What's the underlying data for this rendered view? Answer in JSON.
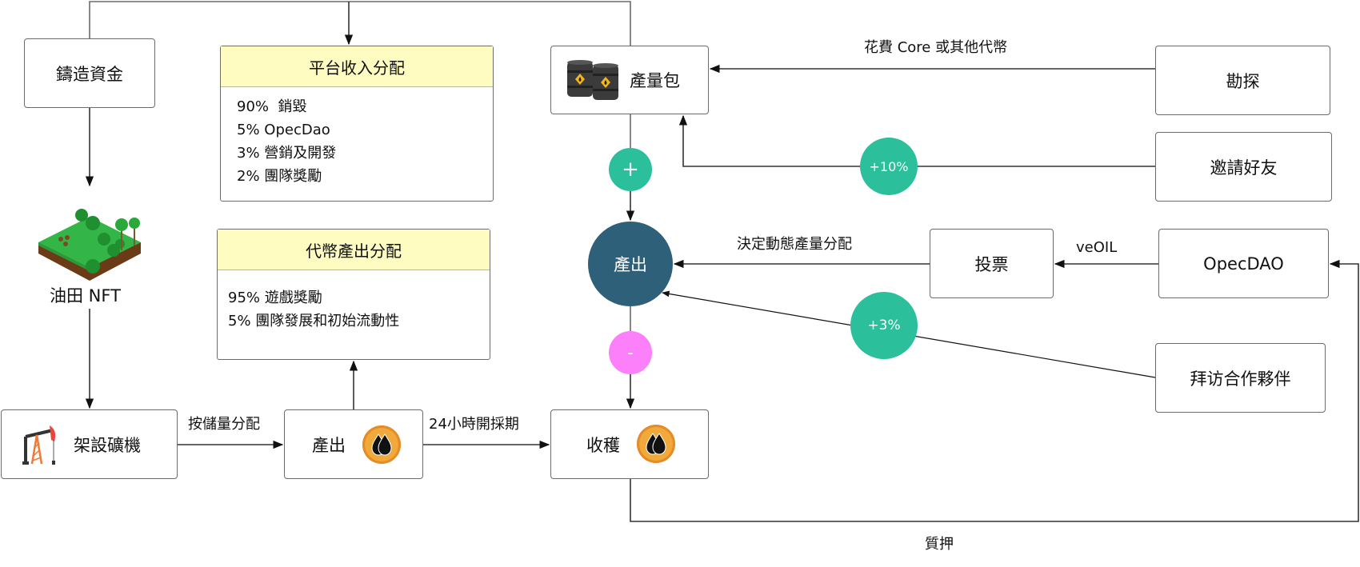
{
  "nodes": {
    "mint_funds": "鑄造資金",
    "oilfield_nft": "油田 NFT",
    "build_rig": "架設礦機",
    "output_box": "產出",
    "harvest": "收穫",
    "yield_pack": "產量包",
    "explore": "勘探",
    "invite_friends": "邀請好友",
    "vote": "投票",
    "opecdao": "OpecDAO",
    "visit_partners": "拜访合作夥伴",
    "output_circle": "產出"
  },
  "platform_revenue": {
    "title": "平台收入分配",
    "items": [
      "90%  銷毀",
      "5% OpecDao",
      "3% 營銷及開發",
      "2% 團隊獎勵"
    ]
  },
  "token_output": {
    "title": "代幣產出分配",
    "items": [
      "95% 遊戲獎勵",
      "5% 團隊發展和初始流動性"
    ]
  },
  "badges": {
    "plus": "+",
    "minus": "-",
    "invite_bonus": "+10%",
    "partner_bonus": "+3%"
  },
  "edge_labels": {
    "spend": "花費 Core 或其他代幣",
    "dynamic_alloc": "決定動態產量分配",
    "veoil": "veOIL",
    "by_reserve": "按儲量分配",
    "mining_period": "24小時開採期",
    "stake": "質押"
  },
  "colors": {
    "teal": "#2bbf9b",
    "dark_blue": "#2e6079",
    "pink": "#fd80fb",
    "header_yellow": "#fefcc0",
    "coin": "#f0a93a"
  }
}
